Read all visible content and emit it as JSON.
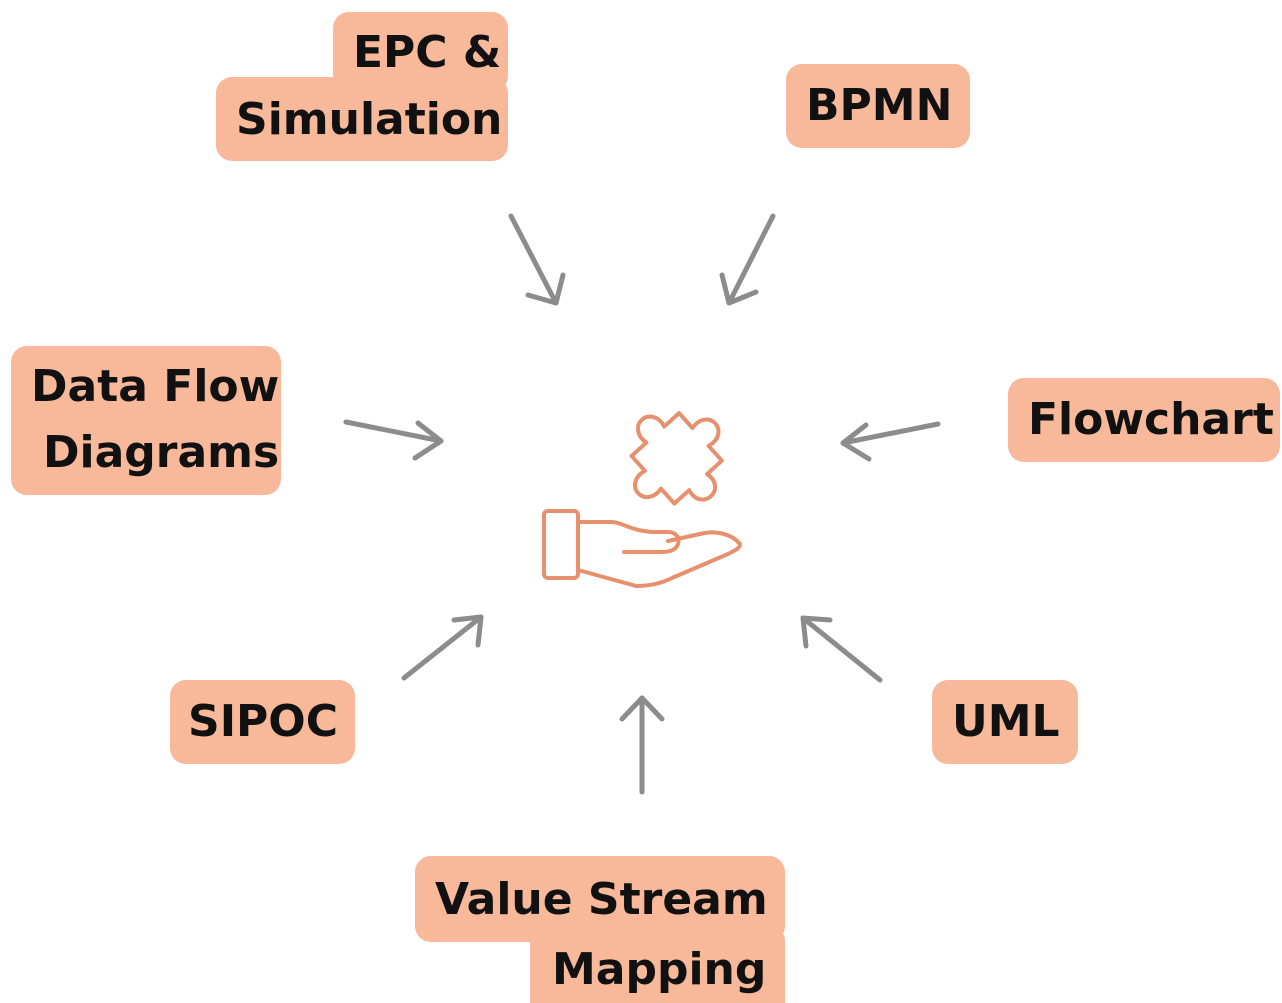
{
  "center": {
    "icon": "hand-holding-puzzle-icon",
    "color": "#e6906e"
  },
  "colors": {
    "label_fill": "#f8b89a",
    "arrow": "#8c8c8c",
    "text": "#111111"
  },
  "nodes": {
    "epc": {
      "line1": "EPC &",
      "line2": "Simulation"
    },
    "bpmn": {
      "label": "BPMN"
    },
    "dfd": {
      "line1": "Data Flow",
      "line2": "Diagrams"
    },
    "flowchart": {
      "label": "Flowchart"
    },
    "sipoc": {
      "label": "SIPOC"
    },
    "uml": {
      "label": "UML"
    },
    "vsm": {
      "line1": "Value Stream",
      "line2": "Mapping"
    }
  }
}
